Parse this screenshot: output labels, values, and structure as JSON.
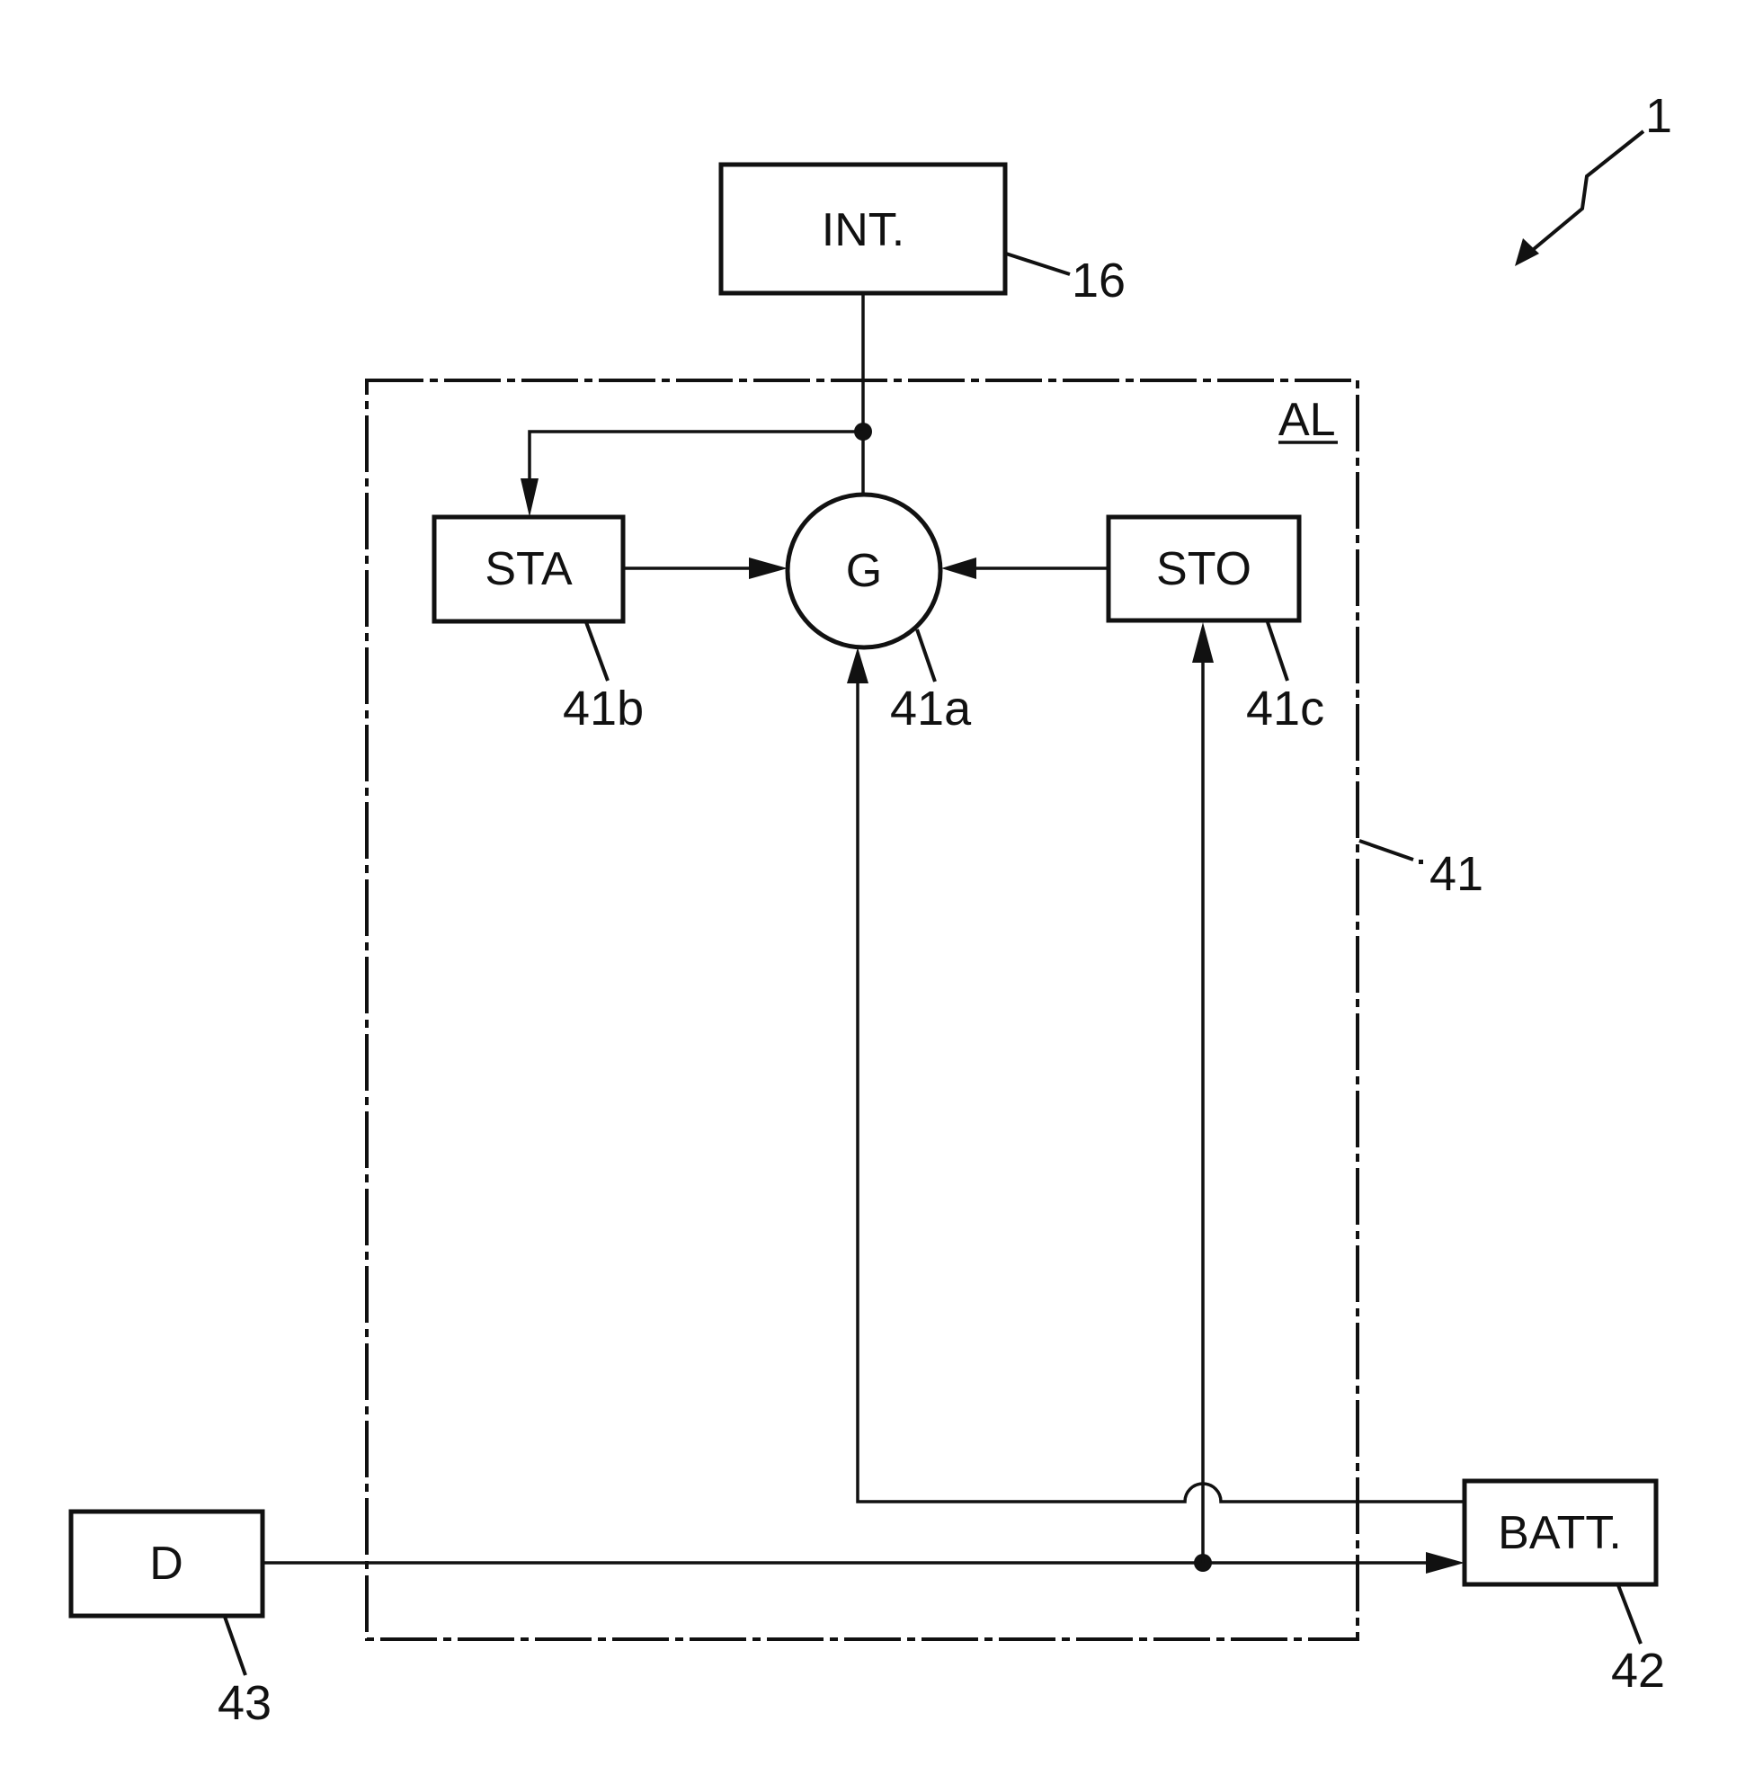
{
  "figure": {
    "system_ref": "1",
    "blocks": {
      "int": {
        "label": "INT.",
        "ref": "16"
      },
      "sta": {
        "label": "STA",
        "ref": "41b"
      },
      "g": {
        "label": "G",
        "ref": "41a"
      },
      "sto": {
        "label": "STO",
        "ref": "41c"
      },
      "batt": {
        "label": "BATT.",
        "ref": "42"
      },
      "d": {
        "label": "D",
        "ref": "43"
      }
    },
    "boundary": {
      "label": "AL",
      "ref": "41"
    },
    "connections": [
      {
        "from": "INT.",
        "to": "G",
        "type": "line"
      },
      {
        "from": "INT./G junction",
        "to": "STA",
        "type": "arrow"
      },
      {
        "from": "STA",
        "to": "G",
        "type": "arrow"
      },
      {
        "from": "STO",
        "to": "G",
        "type": "arrow"
      },
      {
        "from": "BATT.",
        "to": "G",
        "type": "arrow"
      },
      {
        "from": "D",
        "to": "BATT.",
        "type": "arrow"
      },
      {
        "from": "D/BATT. junction",
        "to": "STO",
        "type": "arrow"
      }
    ]
  }
}
